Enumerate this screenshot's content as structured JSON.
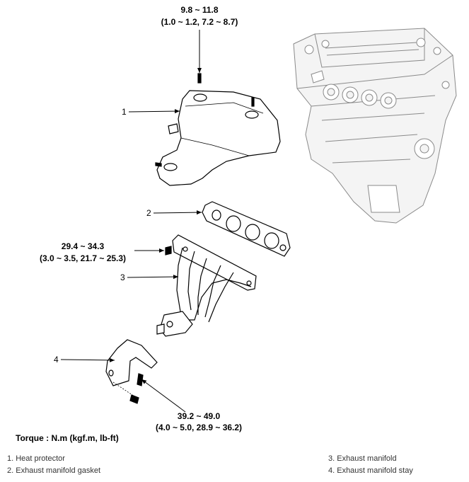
{
  "torque_specs": {
    "heat_protector_bolt": {
      "value": "9.8 ~ 11.8",
      "alt": "(1.0 ~ 1.2, 7.2 ~ 8.7)"
    },
    "manifold_nut": {
      "value": "29.4 ~ 34.3",
      "alt": "(3.0 ~ 3.5, 21.7 ~ 25.3)"
    },
    "stay_bolt": {
      "value": "39.2 ~ 49.0",
      "alt": "(4.0 ~ 5.0, 28.9 ~ 36.2)"
    }
  },
  "callouts": [
    "1",
    "2",
    "3",
    "4"
  ],
  "torque_unit": "Torque : N.m (kgf.m, lb-ft)",
  "legend": {
    "left": [
      "1. Heat protector",
      "2. Exhaust manifold gasket"
    ],
    "right": [
      "3. Exhaust manifold",
      "4. Exhaust manifold stay"
    ]
  }
}
